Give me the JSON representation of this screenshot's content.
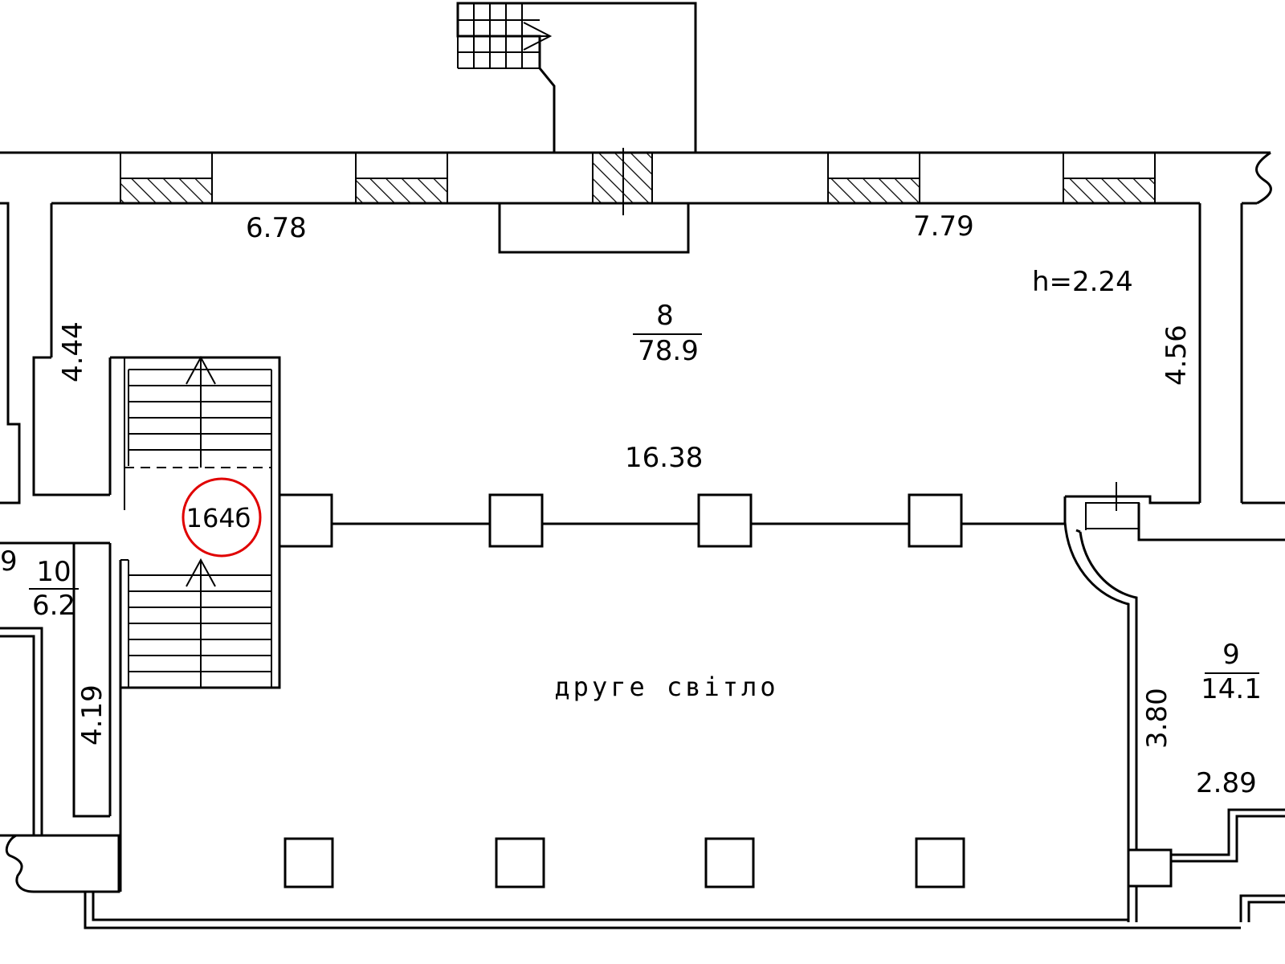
{
  "rooms": [
    {
      "number": "8",
      "area": "78.9"
    },
    {
      "number": "10",
      "area": "6.2"
    },
    {
      "number": "9",
      "area": "14.1"
    }
  ],
  "dimensions": {
    "top_left": "6.78",
    "top_right": "7.79",
    "height": "h=2.24",
    "left_upper": "4.44",
    "right_upper": "4.56",
    "center": "16.38",
    "left_lower": "4.19",
    "right_lower": "3.80",
    "bottom_right": "2.89",
    "edge_left": "9"
  },
  "note": "друге світло",
  "marker": {
    "label": "164б",
    "color": "#e00000"
  }
}
